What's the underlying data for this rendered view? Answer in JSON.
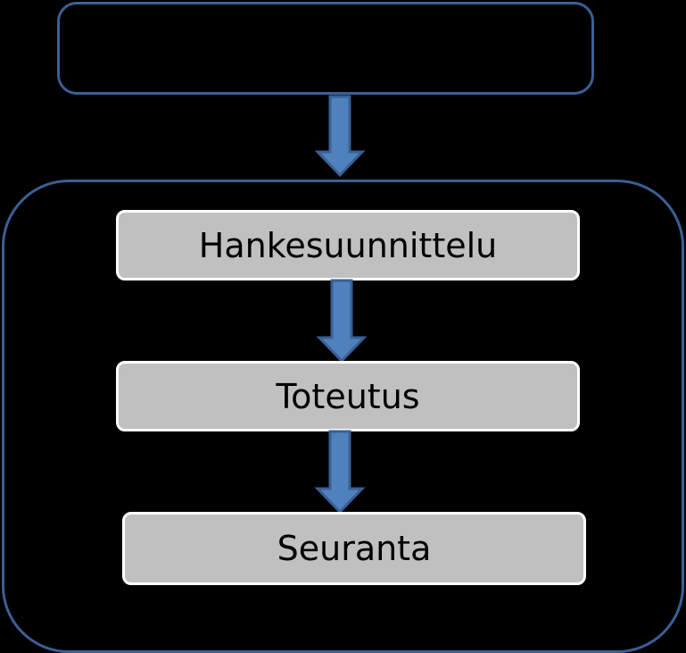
{
  "diagram": {
    "top_box": {
      "label": ""
    },
    "steps": [
      {
        "label": "Hankesuunnittelu"
      },
      {
        "label": "Toteutus"
      },
      {
        "label": "Seuranta"
      }
    ],
    "colors": {
      "background": "#000000",
      "frame_border": "#3a5f95",
      "arrow_fill": "#4f81bd",
      "arrow_stroke": "#3a5f95",
      "step_fill": "#c0c0c0",
      "step_border": "#ffffff",
      "step_text": "#000000"
    }
  }
}
